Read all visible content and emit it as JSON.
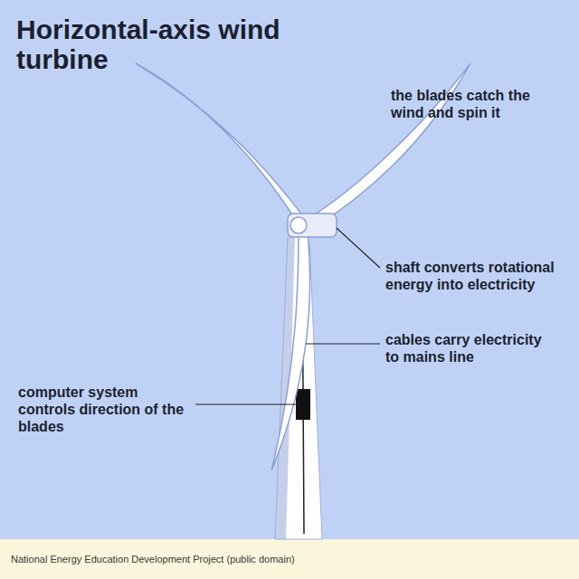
{
  "diagram": {
    "title": "Horizontal-axis wind turbine",
    "labels": [
      "the blades catch the wind and spin it",
      "shaft converts rotational energy into electricity",
      "cables carry electricity to mains line",
      "computer system controls direction of the blades",
      "National Energy Education Development Project (public domain)"
    ]
  }
}
